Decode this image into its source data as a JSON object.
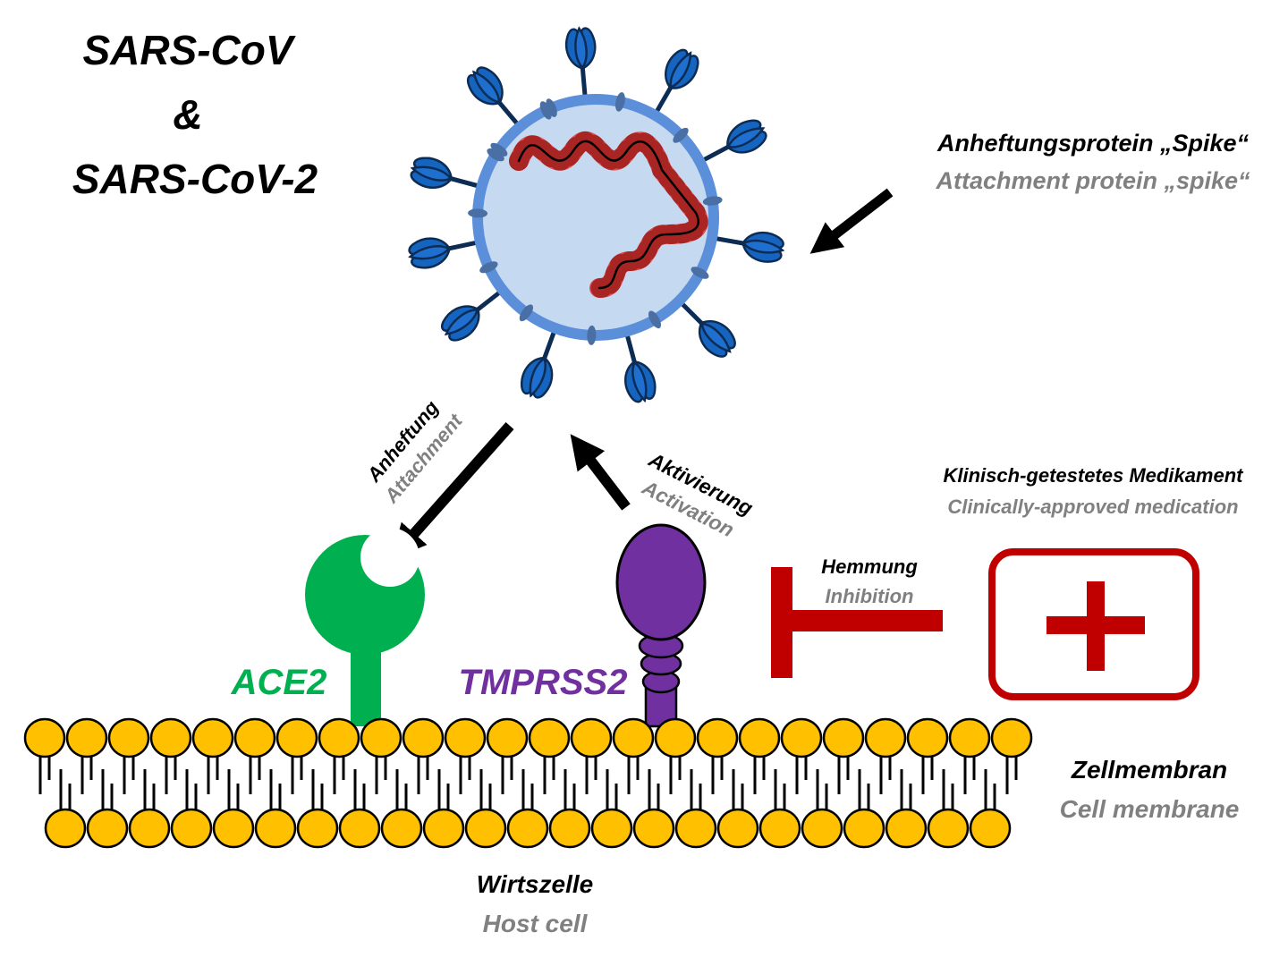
{
  "title": {
    "line1": "SARS-CoV",
    "line2": "&",
    "line3": "SARS-CoV-2"
  },
  "spike": {
    "de": "Anheftungsprotein „Spike“",
    "en": "Attachment protein „spike“"
  },
  "attachment": {
    "de": "Anheftung",
    "en": "Attachment"
  },
  "activation": {
    "de": "Aktivierung",
    "en": "Activation"
  },
  "medication": {
    "de": "Klinisch-getestetes Medikament",
    "en": "Clinically-approved medication"
  },
  "inhibition": {
    "de": "Hemmung",
    "en": "Inhibition"
  },
  "receptors": {
    "ace2": "ACE2",
    "tmprss2": "TMPRSS2"
  },
  "membrane": {
    "de": "Zellmembran",
    "en": "Cell membrane"
  },
  "host": {
    "de": "Wirtszelle",
    "en": "Host cell"
  },
  "colors": {
    "black": "#000000",
    "english_gray": "#808080",
    "ace2_green": "#00b050",
    "tmprss2_purple": "#7030a0",
    "inhibitor_red": "#c00000",
    "virus_fill": "#c5d9f1",
    "virus_ring": "#5b8fd9",
    "spike_blue": "#1565c0",
    "spike_outline": "#0d2c54",
    "rna_red": "#e53935",
    "lipid_yellow": "#ffc000"
  }
}
